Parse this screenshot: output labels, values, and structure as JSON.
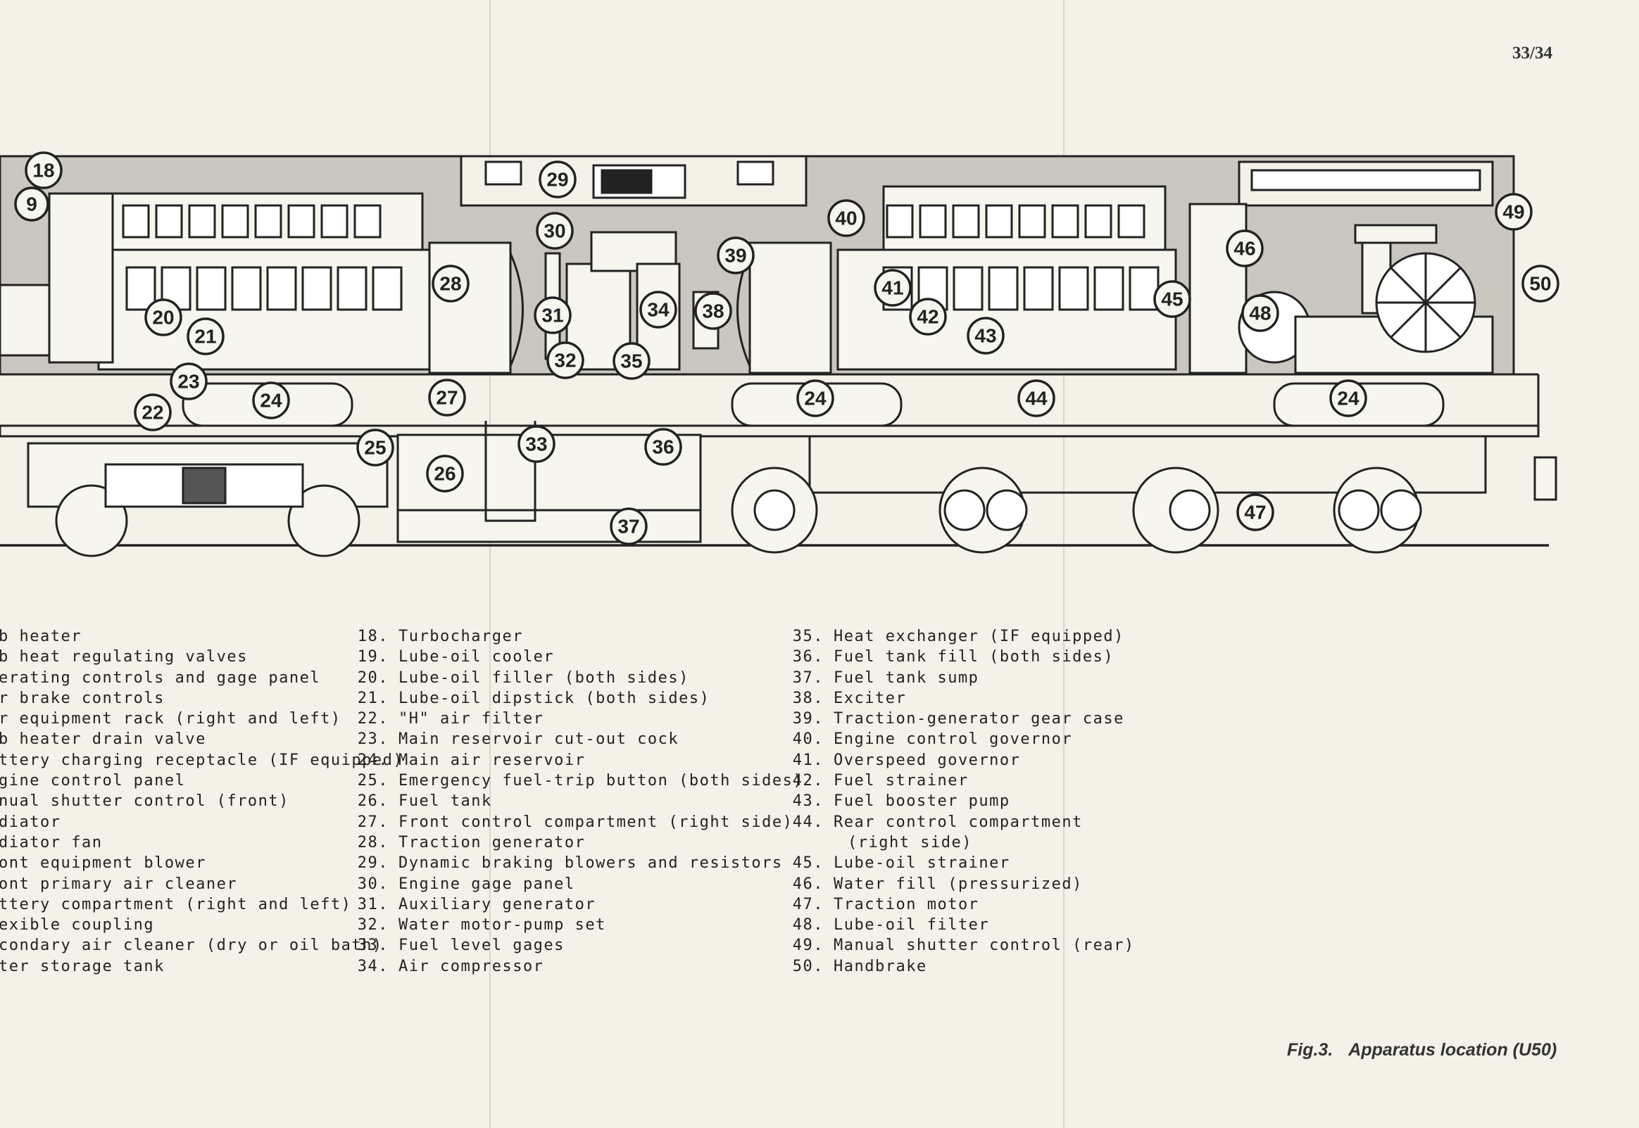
{
  "page_number": "33/34",
  "caption": {
    "fig": "Fig.3.",
    "title": "Apparatus location (U50)"
  },
  "callouts": [
    "18",
    "9",
    "29",
    "30",
    "40",
    "49",
    "28",
    "39",
    "41",
    "46",
    "50",
    "20",
    "31",
    "34",
    "38",
    "42",
    "45",
    "48",
    "21",
    "43",
    "32",
    "35",
    "23",
    "24",
    "27",
    "24",
    "44",
    "24",
    "22",
    "25",
    "33",
    "36",
    "26",
    "47",
    "37"
  ],
  "legend": {
    "col1": [
      {
        "text": "b heater"
      },
      {
        "text": "b heat regulating valves"
      },
      {
        "text": "erating controls and gage panel"
      },
      {
        "text": "r brake controls"
      },
      {
        "text": "r equipment rack (right and left)"
      },
      {
        "text": "b heater drain valve"
      },
      {
        "text": "ttery charging receptacle (IF equipped)"
      },
      {
        "text": "gine control panel"
      },
      {
        "text": "nual shutter control (front)"
      },
      {
        "text": "diator"
      },
      {
        "text": "diator fan"
      },
      {
        "text": "ont equipment blower"
      },
      {
        "text": "ont primary air cleaner"
      },
      {
        "text": "ttery compartment (right and left)"
      },
      {
        "text": "exible coupling"
      },
      {
        "text": "condary air cleaner (dry or oil bath)"
      },
      {
        "text": "ter storage tank"
      }
    ],
    "col2": [
      {
        "num": "18.",
        "text": "Turbocharger"
      },
      {
        "num": "19.",
        "text": "Lube-oil cooler"
      },
      {
        "num": "20.",
        "text": "Lube-oil filler (both sides)"
      },
      {
        "num": "21.",
        "text": "Lube-oil dipstick (both sides)"
      },
      {
        "num": "22.",
        "text": "\"H\" air filter"
      },
      {
        "num": "23.",
        "text": "Main reservoir cut-out cock"
      },
      {
        "num": "24.",
        "text": "Main air reservoir"
      },
      {
        "num": "25.",
        "text": "Emergency fuel-trip button (both sides)"
      },
      {
        "num": "26.",
        "text": "Fuel tank"
      },
      {
        "num": "27.",
        "text": "Front control compartment (right side)"
      },
      {
        "num": "28.",
        "text": "Traction generator"
      },
      {
        "num": "29.",
        "text": "Dynamic braking blowers and resistors"
      },
      {
        "num": "30.",
        "text": "Engine gage panel"
      },
      {
        "num": "31.",
        "text": "Auxiliary generator"
      },
      {
        "num": "32.",
        "text": "Water motor-pump set"
      },
      {
        "num": "33.",
        "text": "Fuel level gages"
      },
      {
        "num": "34.",
        "text": "Air compressor"
      }
    ],
    "col3": [
      {
        "num": "35.",
        "text": "Heat exchanger (IF equipped)"
      },
      {
        "num": "36.",
        "text": "Fuel tank fill (both sides)"
      },
      {
        "num": "37.",
        "text": "Fuel tank sump"
      },
      {
        "num": "38.",
        "text": "Exciter"
      },
      {
        "num": "39.",
        "text": "Traction-generator gear case"
      },
      {
        "num": "40.",
        "text": "Engine control governor"
      },
      {
        "num": "41.",
        "text": "Overspeed governor"
      },
      {
        "num": "42.",
        "text": "Fuel strainer"
      },
      {
        "num": "43.",
        "text": "Fuel booster pump"
      },
      {
        "num": "44.",
        "text": "Rear control compartment"
      },
      {
        "num": "",
        "text": "(right side)"
      },
      {
        "num": "45.",
        "text": "Lube-oil strainer"
      },
      {
        "num": "46.",
        "text": "Water fill (pressurized)"
      },
      {
        "num": "47.",
        "text": "Traction motor"
      },
      {
        "num": "48.",
        "text": "Lube-oil filter"
      },
      {
        "num": "49.",
        "text": "Manual shutter control (rear)"
      },
      {
        "num": "50.",
        "text": "Handbrake"
      }
    ]
  }
}
